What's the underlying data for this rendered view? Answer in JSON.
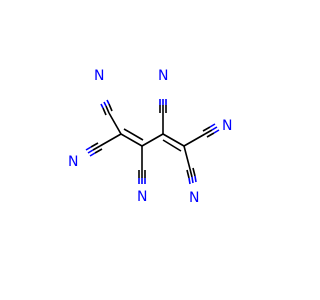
{
  "molecule": {
    "atom_labels": [
      "N",
      "N",
      "N",
      "N",
      "N",
      "N"
    ],
    "colors": {
      "carbon_bond": "#000000",
      "nitrogen": "#0000ff",
      "background": "#ffffff"
    }
  }
}
